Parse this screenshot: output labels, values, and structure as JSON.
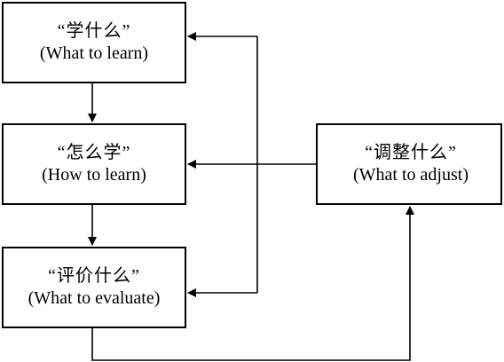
{
  "boxes": {
    "what_to_learn": {
      "zh": "“学什么”",
      "en": "(What to learn)"
    },
    "how_to_learn": {
      "zh": "“怎么学”",
      "en": "(How to learn)"
    },
    "what_to_evaluate": {
      "zh": "“评价什么”",
      "en": "(What to evaluate)"
    },
    "what_to_adjust": {
      "zh": "“调整什么”",
      "en": "(What to adjust)"
    }
  },
  "colors": {
    "line": "#000000",
    "box_fill": "#ffffff",
    "text": "#000000"
  }
}
